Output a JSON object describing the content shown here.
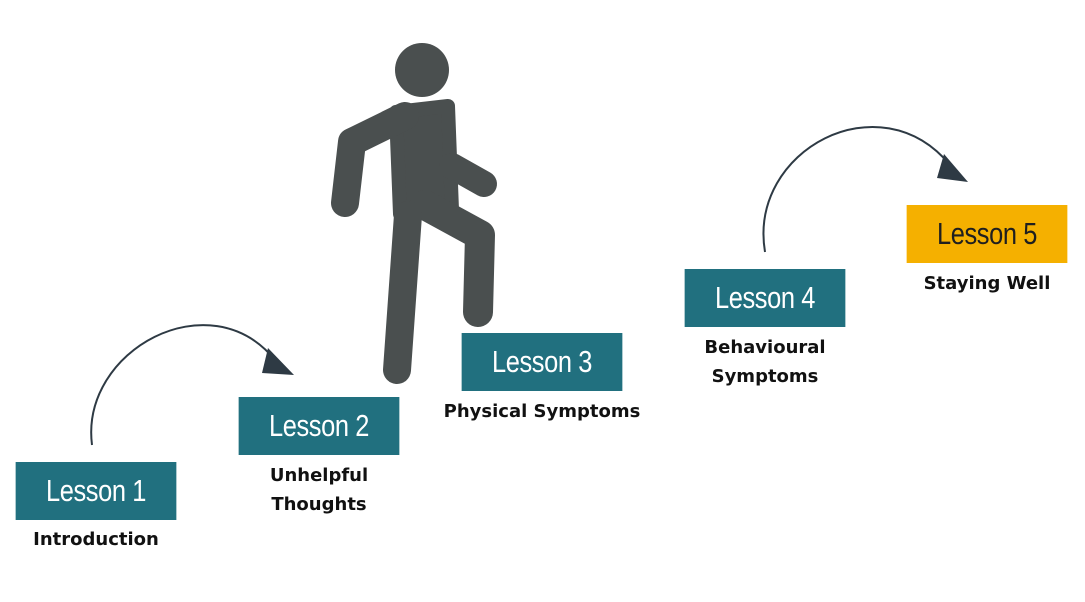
{
  "colors": {
    "step": "#21707f",
    "highlight": "#f5b000",
    "figure": "#4a4f4f",
    "arrow": "#2e3a44"
  },
  "icons": {
    "walker": "person-climbing-stairs-icon",
    "arrows": "curved-arrow-icon"
  },
  "steps": [
    {
      "label": "Lesson 1",
      "caption": "Introduction"
    },
    {
      "label": "Lesson 2",
      "caption": "Unhelpful Thoughts"
    },
    {
      "label": "Lesson 3",
      "caption": "Physical Symptoms"
    },
    {
      "label": "Lesson 4",
      "caption": "Behavioural Symptoms"
    },
    {
      "label": "Lesson 5",
      "caption": "Staying Well"
    }
  ]
}
